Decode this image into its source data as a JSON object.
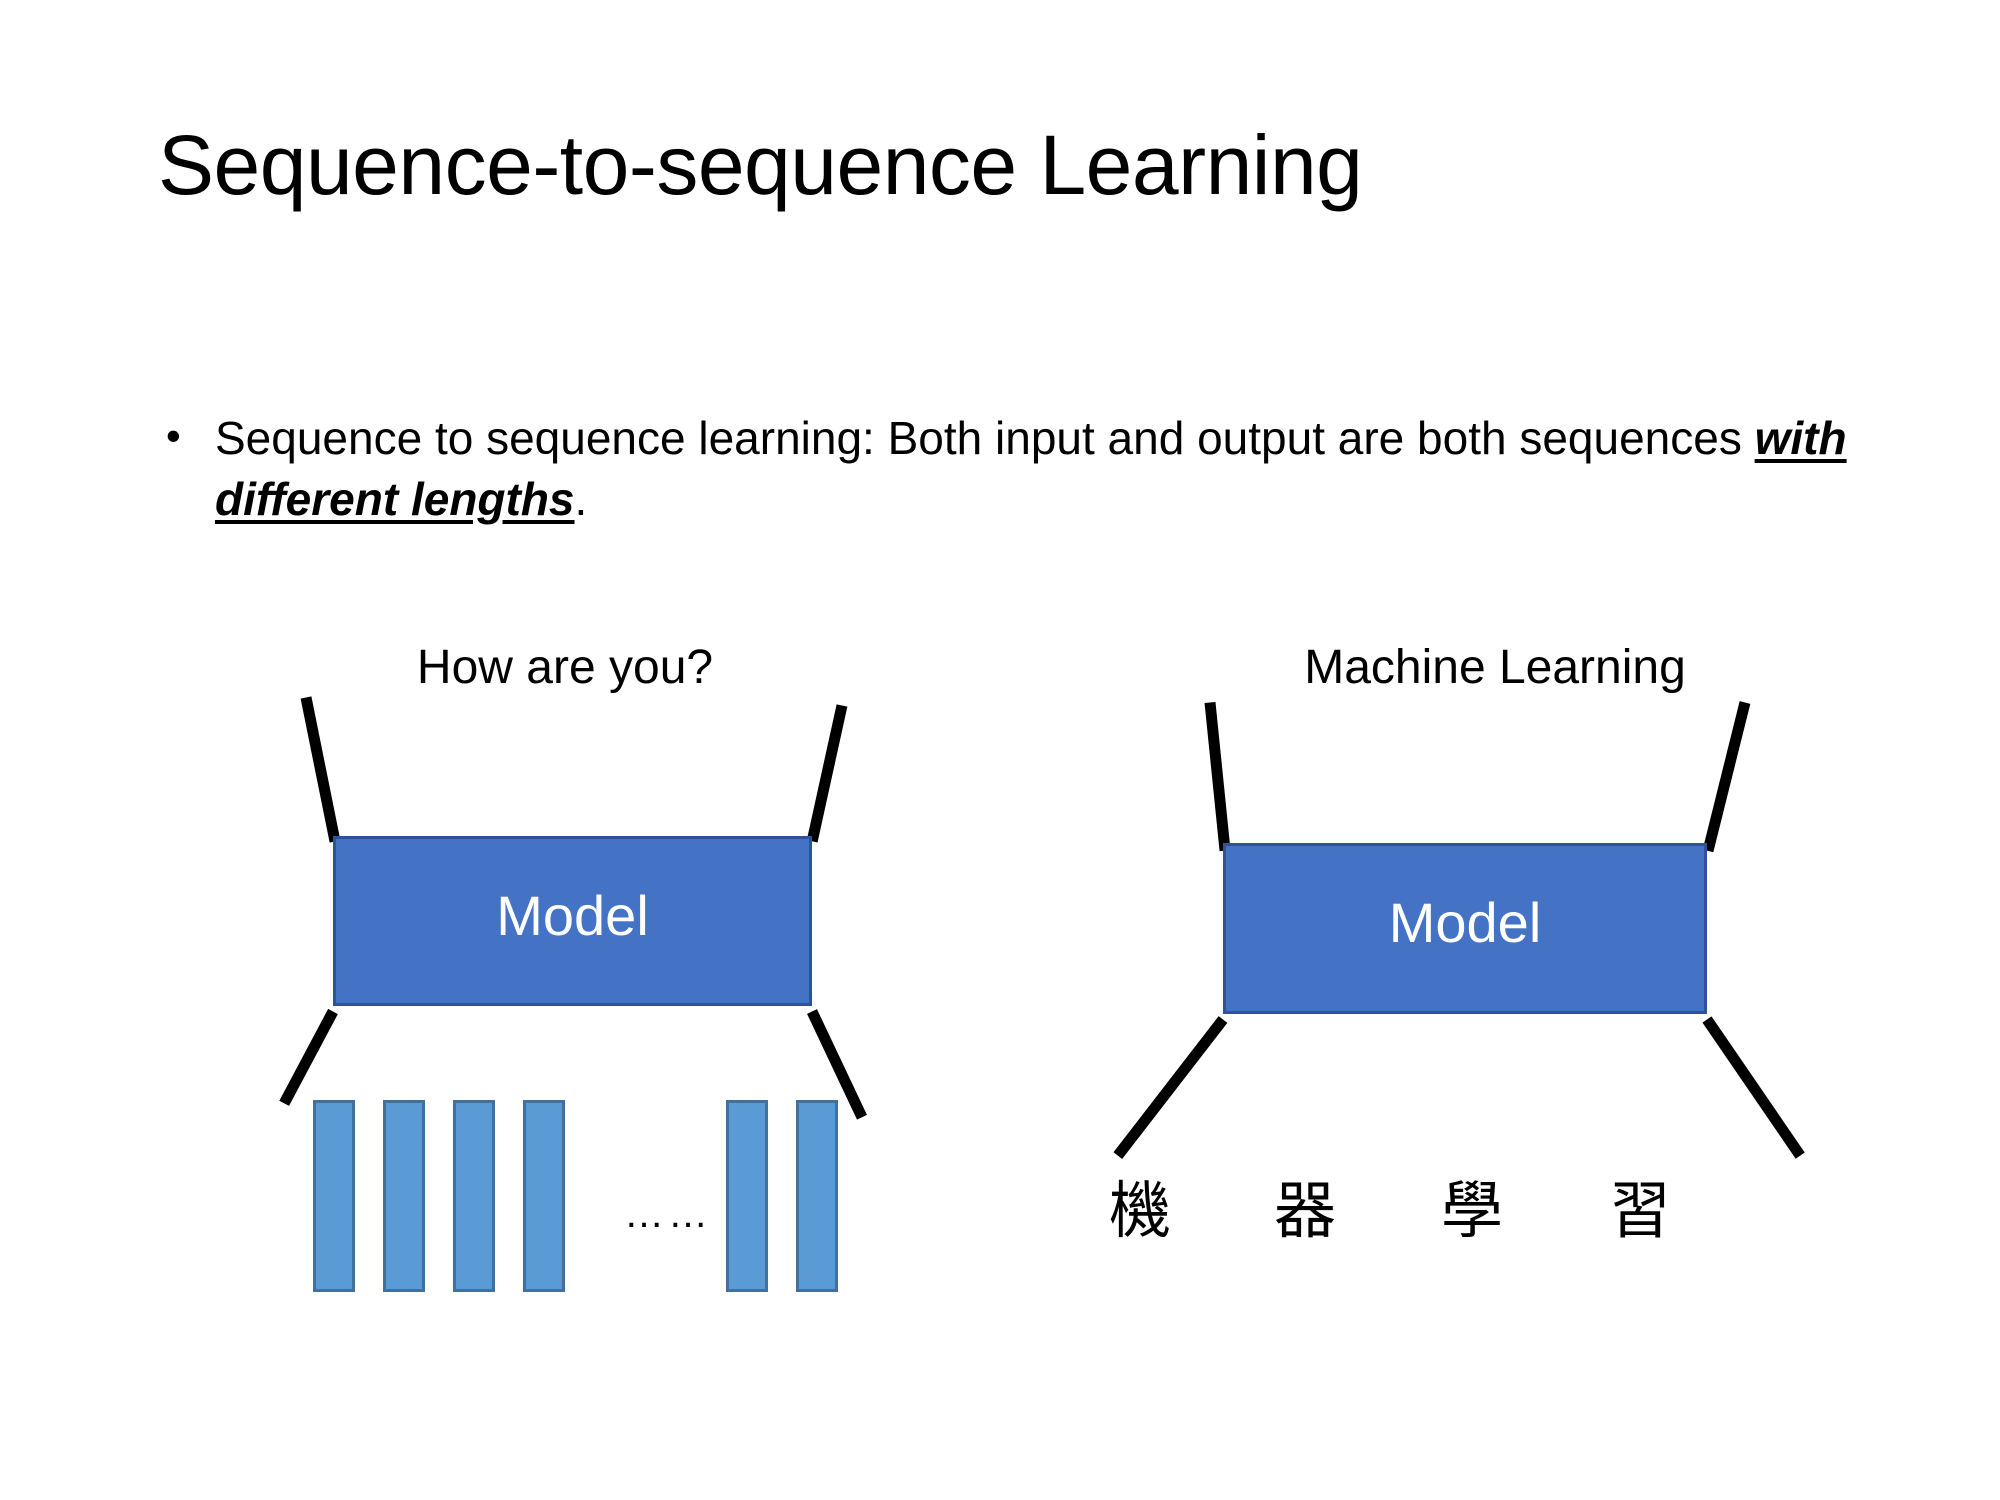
{
  "slide": {
    "title": "Sequence-to-sequence Learning",
    "background_color": "#FFFFFF",
    "body": {
      "bullet_marker": "•",
      "line1_text": "Sequence to sequence learning: Both input and output are",
      "line2_prefix": "both sequences ",
      "line2_emphasis": "with different lengths",
      "line2_suffix": "."
    }
  },
  "theme": {
    "model_fill": "#4472C4",
    "model_stroke": "#2E5396",
    "token_fill": "#5B9BD5",
    "token_stroke": "#41719C",
    "line_color": "#000000",
    "text_color": "#000000",
    "model_label_color": "#FFFFFF"
  },
  "diagrams": [
    {
      "id": "english-to-vector-sequence",
      "top_label": "How are you?",
      "model_label": "Model",
      "bottom_type": "bars",
      "bars_left_count": 4,
      "bars_right_count": 2,
      "ellipsis": "……"
    },
    {
      "id": "english-to-chinese",
      "top_label": "Machine Learning",
      "model_label": "Model",
      "bottom_type": "characters",
      "characters": [
        "機",
        "器",
        "學",
        "習"
      ]
    }
  ]
}
